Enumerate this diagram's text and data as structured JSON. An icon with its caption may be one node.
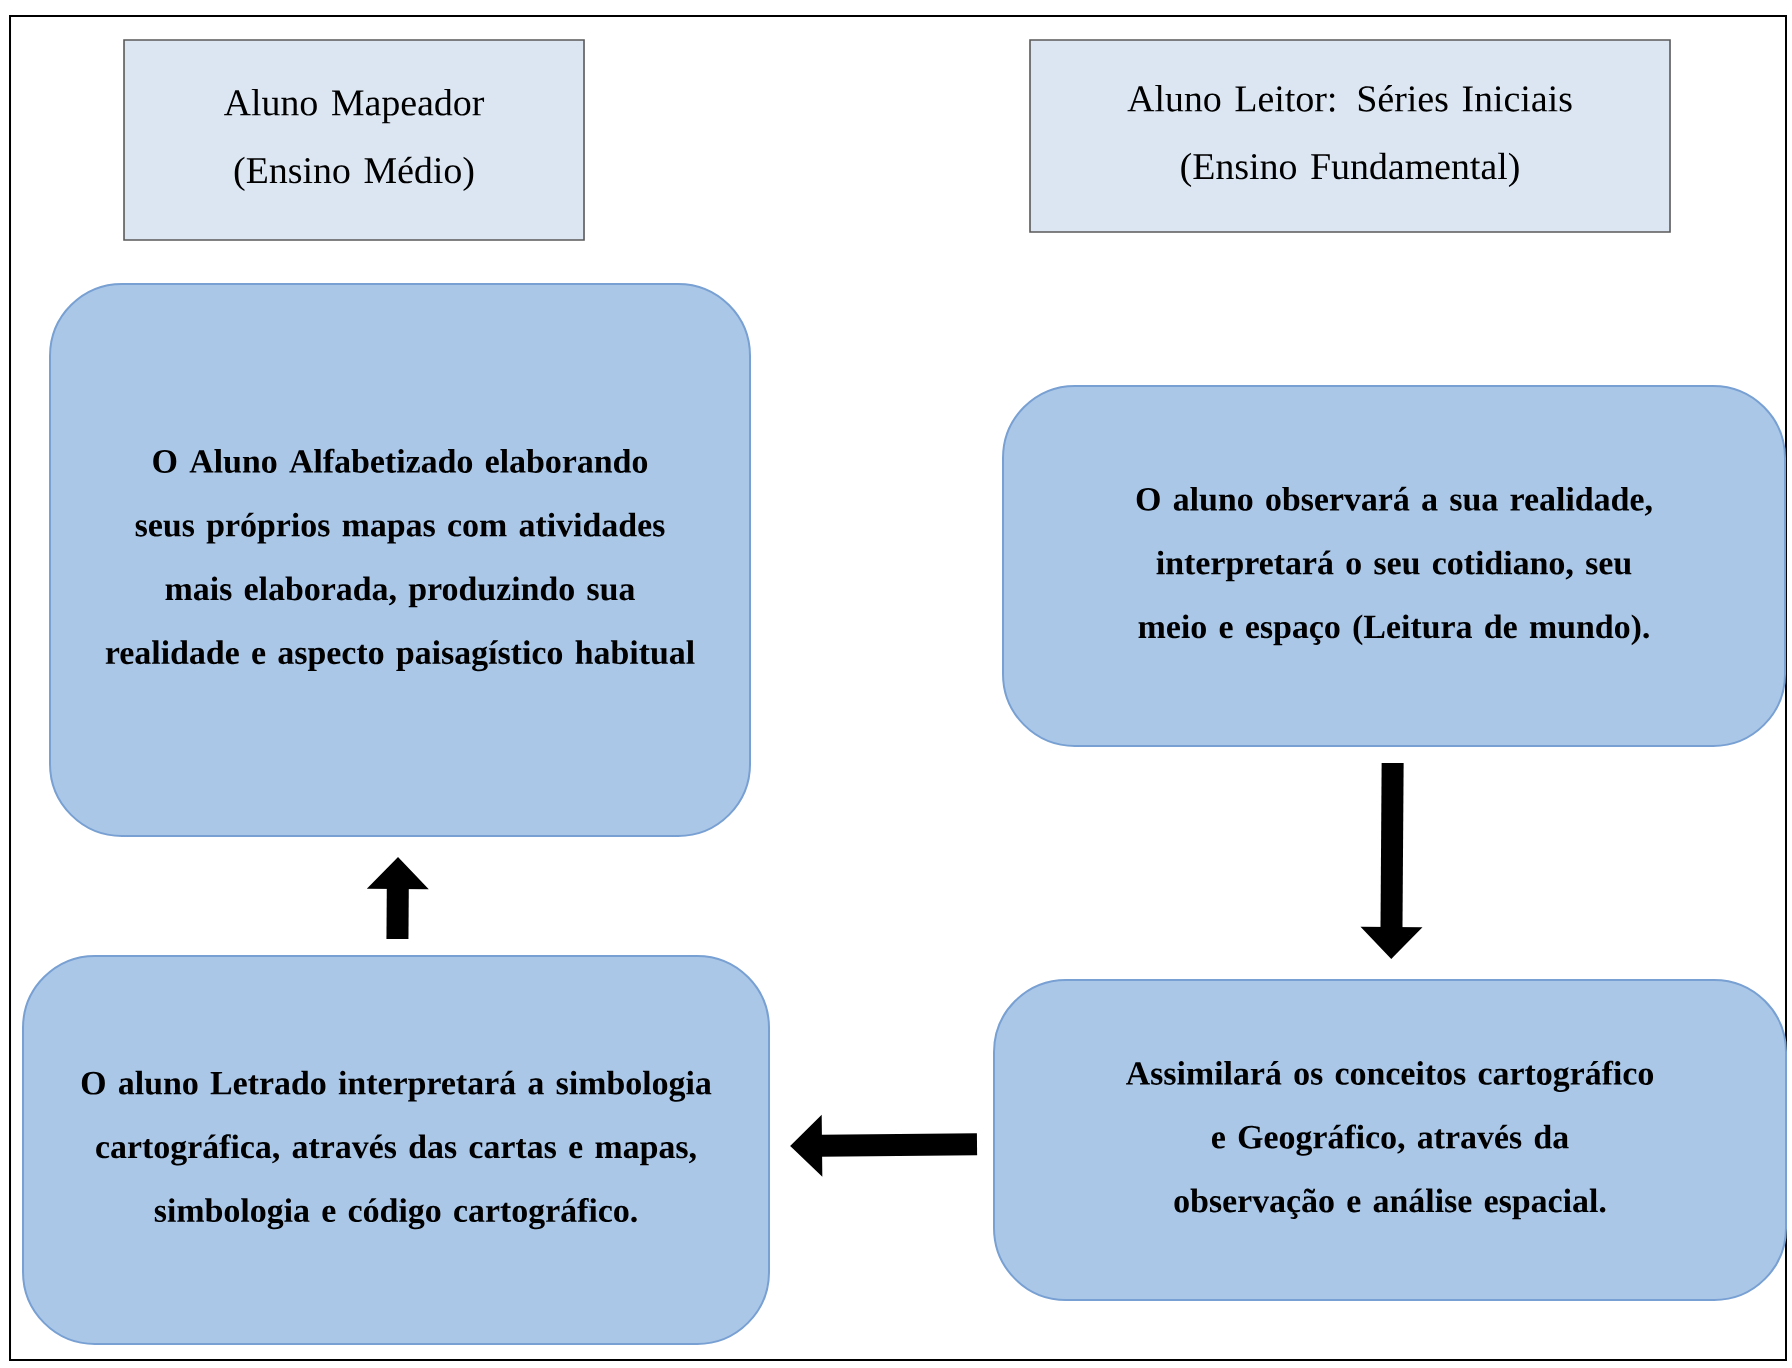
{
  "diagram": {
    "nodes": [
      {
        "text": [
          "Aluno Mapeador (Ensino Médio)"
        ]
      },
      {
        "text": [
          "Aluno Leitor: Séries Iniciais (Ensino Fundamental)"
        ]
      },
      {
        "text": [
          "O Aluno Alfabetizado elaborando seus próprios mapas com atividades mais elaborada, produzindo sua realidade e aspecto paisagístico habitual"
        ]
      },
      {
        "text": [
          "O aluno observará a sua realidade, interpretará o seu cotidiano, seu meio e espaço (Leitura de mundo)."
        ]
      },
      {
        "text": [
          "Assimilará os conceitos cartográfico e Geográfico, através da observação e análise espacial."
        ]
      },
      {
        "text": [
          "O aluno Letrado interpretará a simbologia cartográfica, através das cartas e mapas, simbologia e código cartográfico."
        ]
      }
    ],
    "edges": [
      {
        "from": 3,
        "to": 4,
        "arrow": "to"
      },
      {
        "from": 4,
        "to": 5,
        "arrow": "to"
      },
      {
        "from": 5,
        "to": 2,
        "arrow": "to"
      }
    ]
  }
}
